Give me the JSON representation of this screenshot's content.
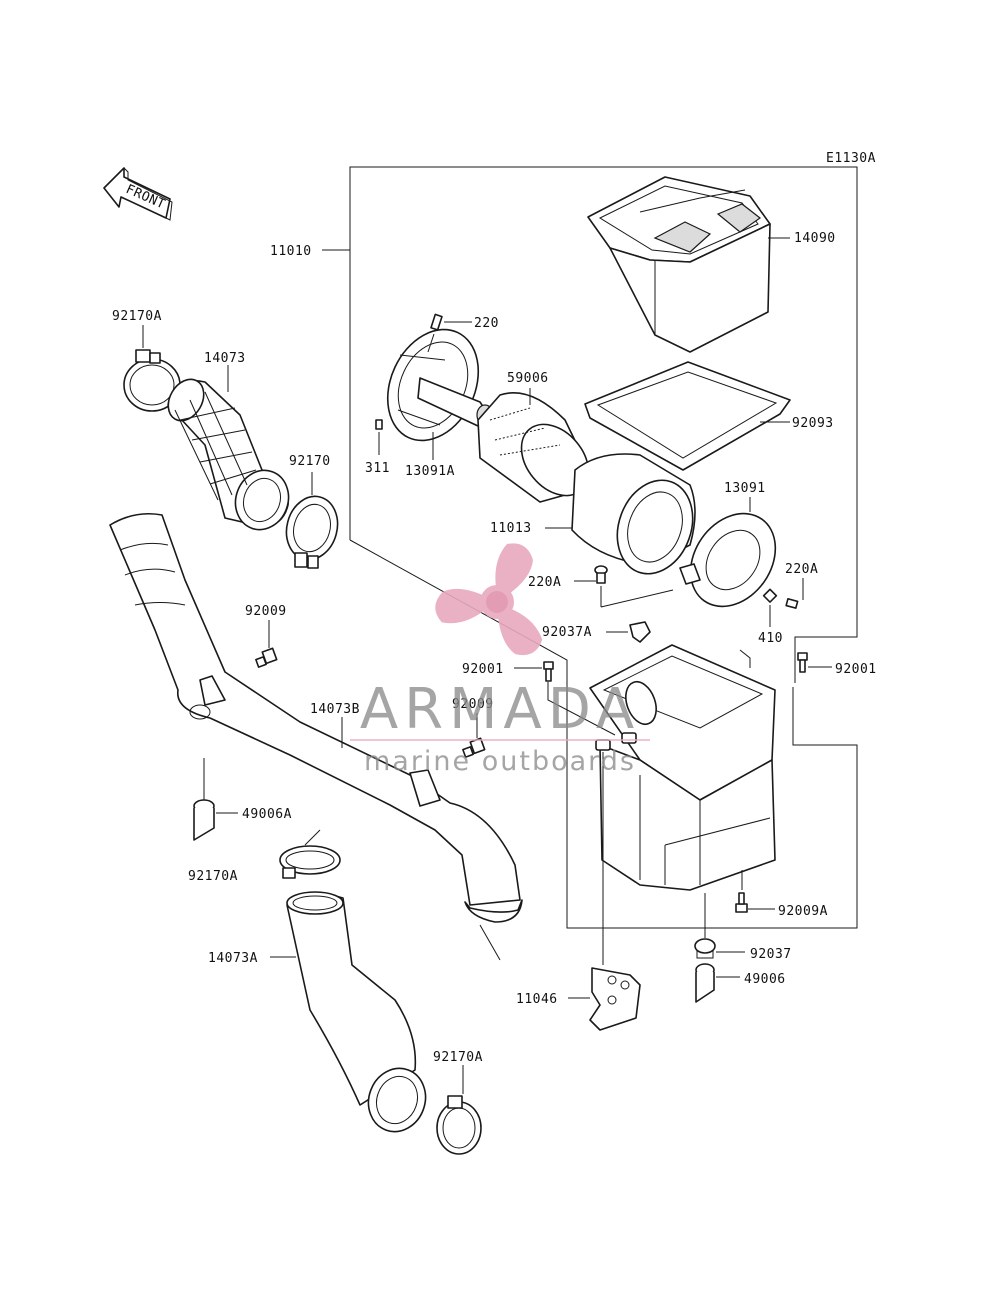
{
  "diagram": {
    "code": "E1130A",
    "front_label": "FRONT",
    "labels": {
      "p11010": "11010",
      "p14090": "14090",
      "p220": "220",
      "p59006": "59006",
      "p92093": "92093",
      "p311": "311",
      "p13091A": "13091A",
      "p13091": "13091",
      "p11013": "11013",
      "p220A_left": "220A",
      "p220A_right": "220A",
      "p92037A": "92037A",
      "p410": "410",
      "p92001_left": "92001",
      "p92001_right": "92001",
      "p92009_top": "92009",
      "p92009_mid": "92009",
      "p92170A_top": "92170A",
      "p14073": "14073",
      "p92170": "92170",
      "p14073B": "14073B",
      "p49006A": "49006A",
      "p92170A_mid": "92170A",
      "p14073A": "14073A",
      "p92170A_bottom": "92170A",
      "p92009A": "92009A",
      "p92037": "92037",
      "p49006": "49006",
      "p11046": "11046"
    }
  },
  "watermark": {
    "brand": "ARMADA",
    "tagline": "marine outboards",
    "logo_color": "#e8a9bf",
    "text_color": "#8a8a8a"
  }
}
